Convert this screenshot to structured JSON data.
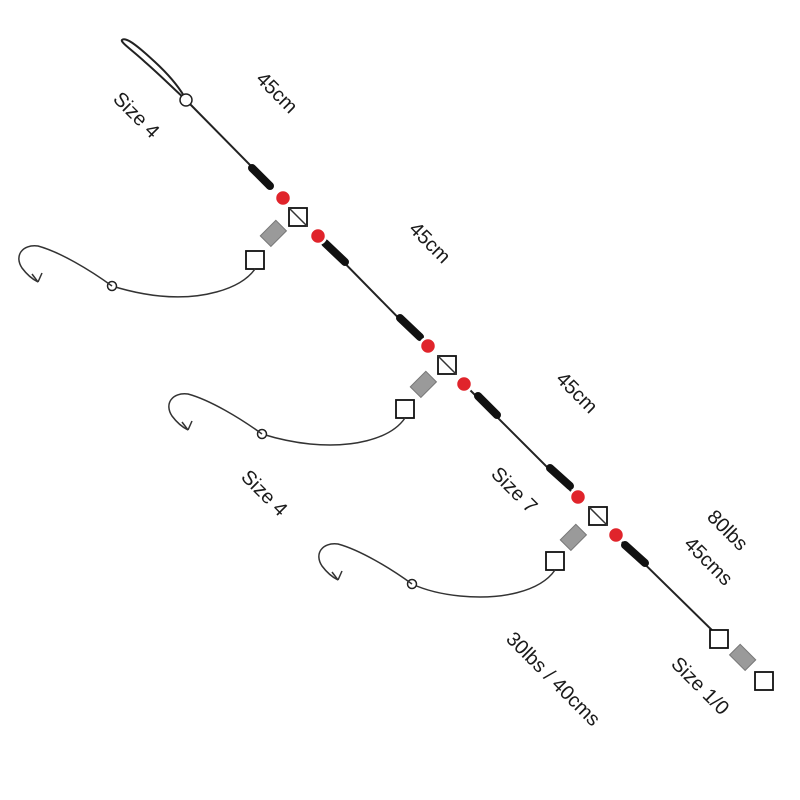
{
  "labels": {
    "top_length": "45cm",
    "top_hook_size": "Size 4",
    "mid_length": "45cm",
    "lower_length": "45cm",
    "mid_hook_size": "Size 4",
    "bead_size": "Size 7",
    "main_line": "80lbs",
    "main_line_length": "45cms",
    "snood_spec": "30lbs / 40cms",
    "swivel_size": "Size 1/0"
  },
  "colors": {
    "bead": "#e0242b",
    "line": "#222222",
    "crimp": "#9a9a9a"
  }
}
